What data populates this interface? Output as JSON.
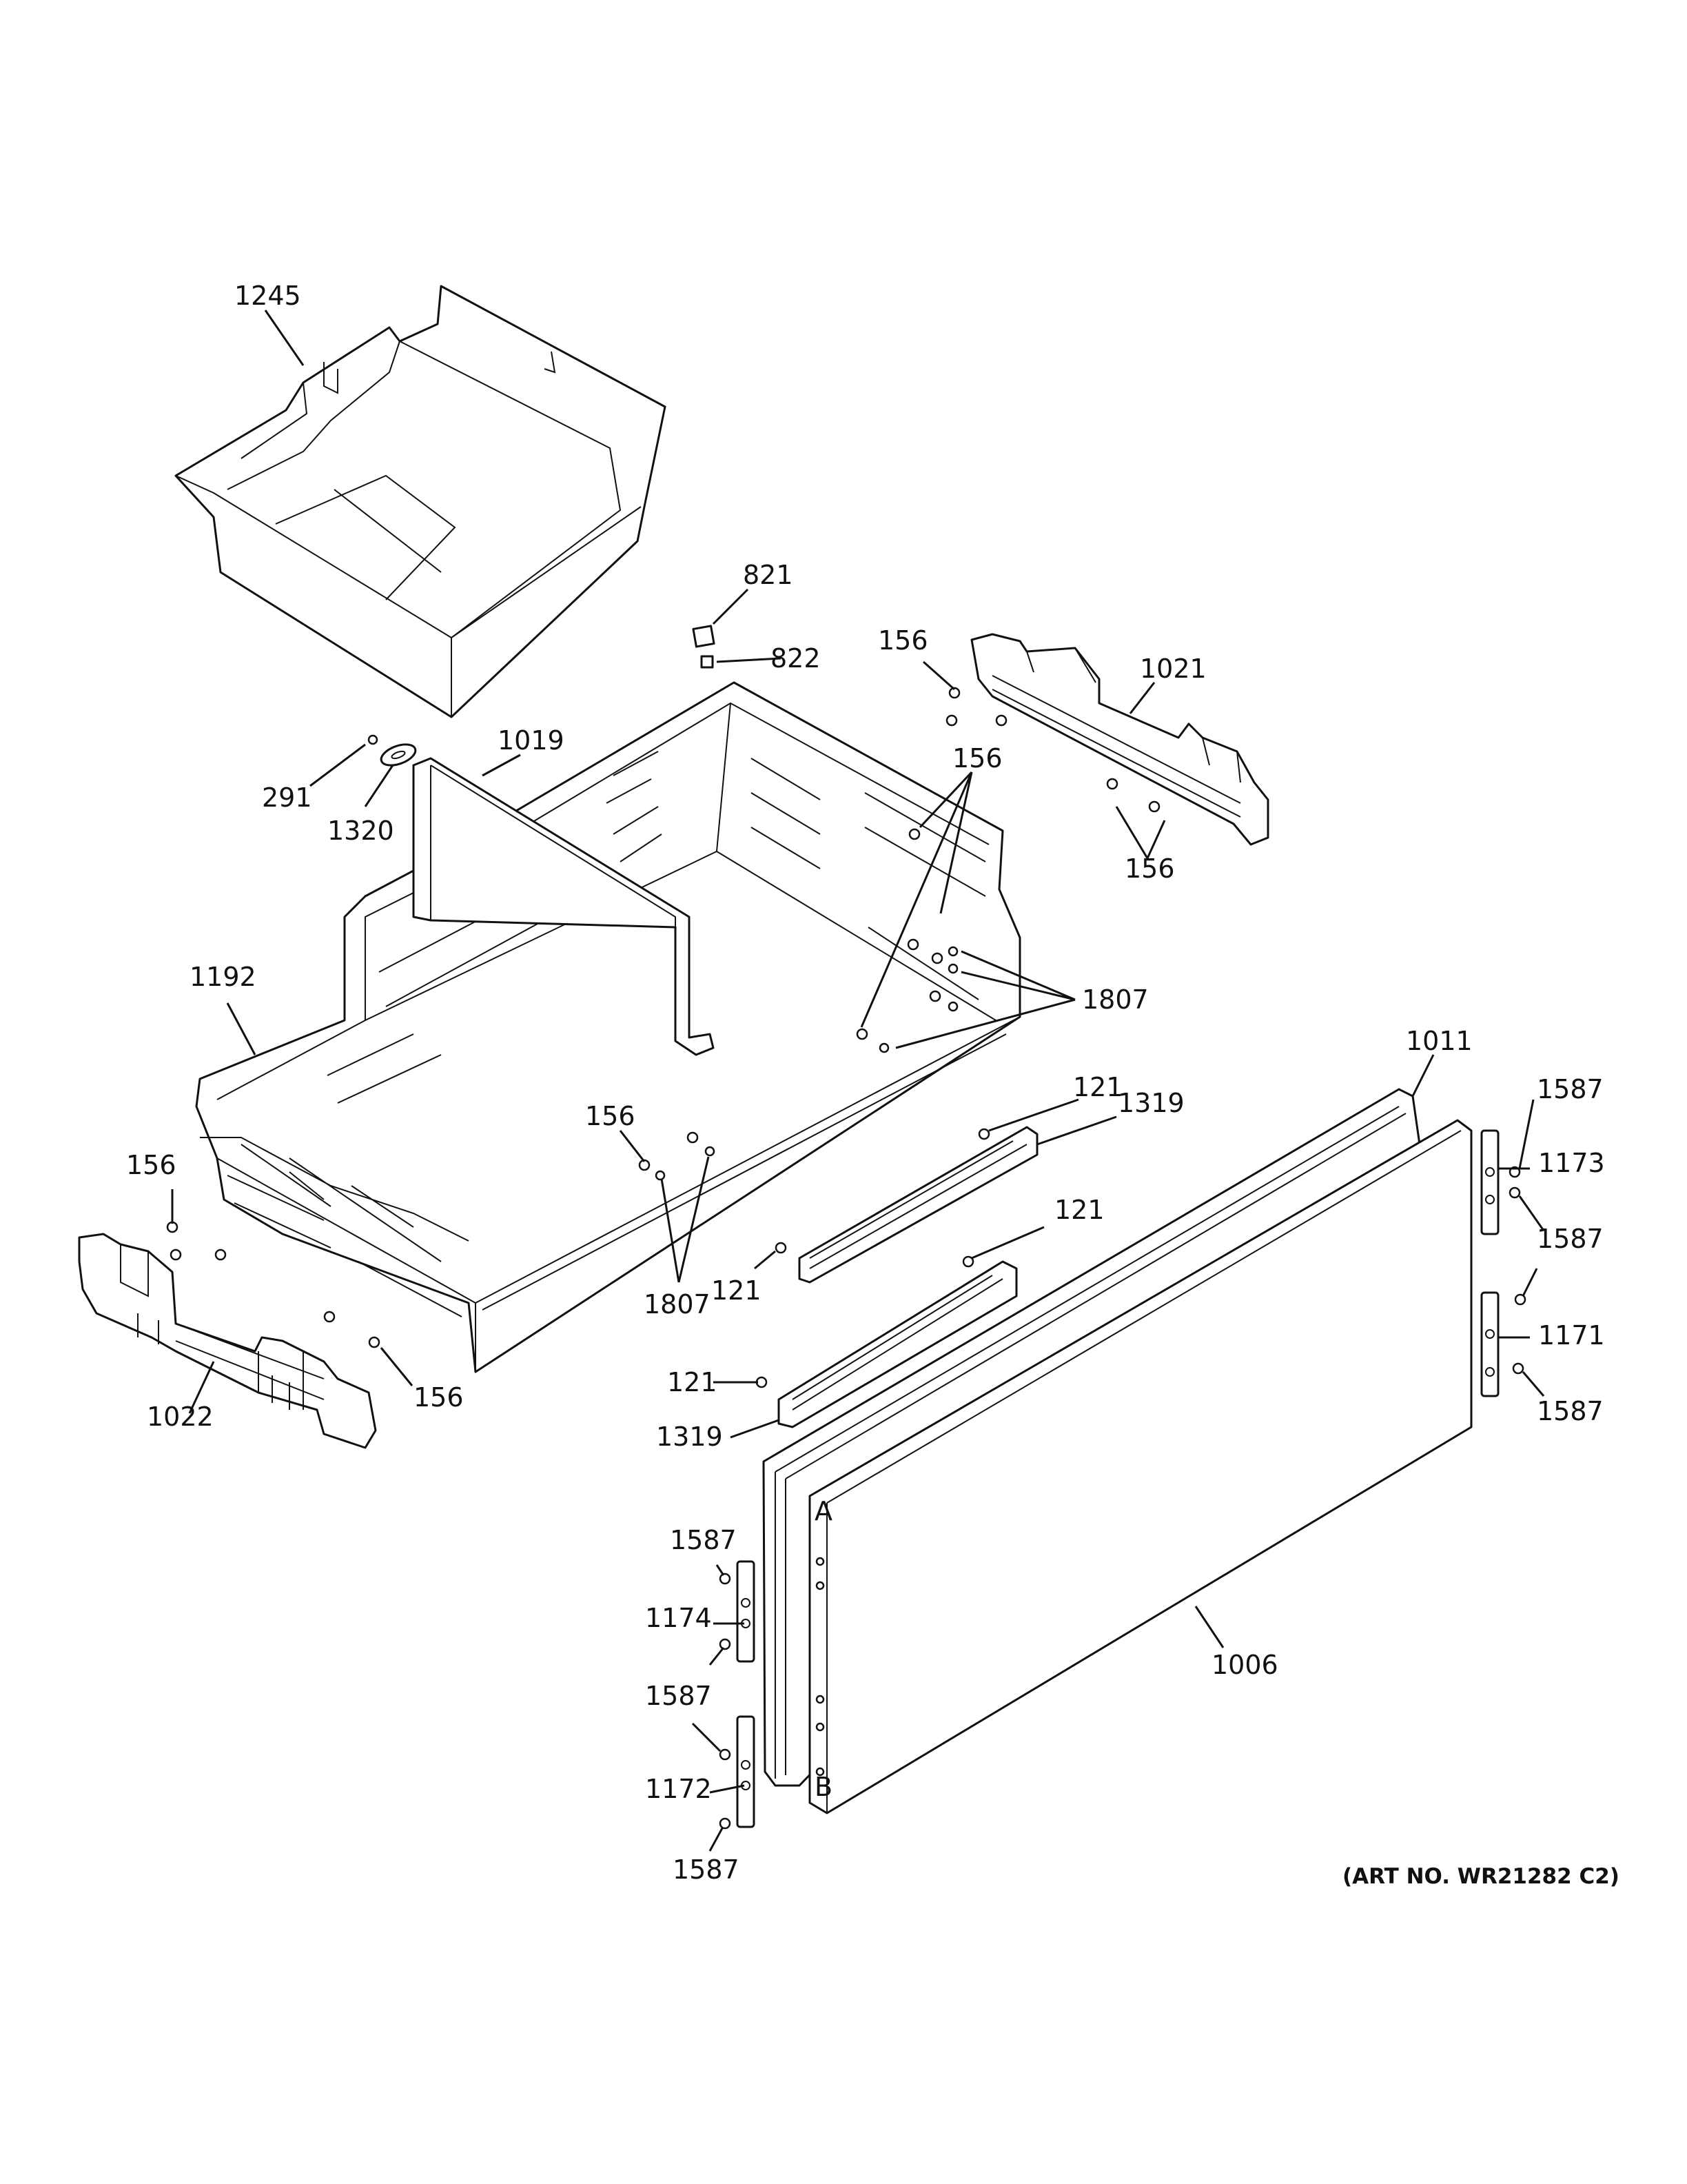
{
  "art_number": "(ART NO. WR21282 C2)",
  "callouts": {
    "c1245": "1245",
    "c821": "821",
    "c822": "822",
    "c156_top": "156",
    "c1021": "1021",
    "c156_mid": "156",
    "c156_right": "156",
    "c1019": "1019",
    "c291": "291",
    "c1320": "1320",
    "c1807_right": "1807",
    "c1192": "1192",
    "c1011": "1011",
    "c121_a": "121",
    "c1319_a": "1319",
    "c156_center": "156",
    "c156_left": "156",
    "c121_b": "121",
    "c121_c": "121",
    "c1807_center": "1807",
    "c1022": "1022",
    "c156_bottom": "156",
    "c121_d": "121",
    "c1319_b": "1319",
    "c1587_r1": "1587",
    "c1173": "1173",
    "c1587_r2": "1587",
    "c1171": "1171",
    "c1587_r3": "1587",
    "c1587_l1": "1587",
    "c1174": "1174",
    "c1587_l2": "1587",
    "c1172": "1172",
    "c1587_l3": "1587",
    "c1006": "1006"
  }
}
